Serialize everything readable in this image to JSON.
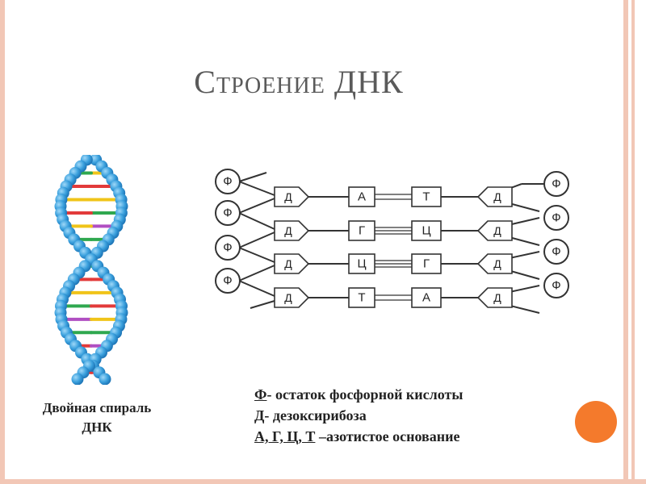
{
  "title": "Строение ДНК",
  "helix_caption": {
    "line1": "Двойная спираль",
    "line2": "ДНК"
  },
  "scheme": {
    "phosphate_label": "Ф",
    "sugar_label": "Д",
    "pairs": [
      {
        "left": "А",
        "right": "Т"
      },
      {
        "left": "Г",
        "right": "Ц"
      },
      {
        "left": "Ц",
        "right": "Г"
      },
      {
        "left": "Т",
        "right": "А"
      }
    ]
  },
  "legend": [
    {
      "term": "Ф",
      "text": "- остаток фосфорной кислоты"
    },
    {
      "term": "Д",
      "text": "- дезоксирибоза"
    },
    {
      "term": "А, Г, Ц, Т",
      "text": " –азотистое основание"
    }
  ],
  "colors": {
    "accent_dot": "#f47a2c",
    "frame": "#f2c7b6",
    "helix_backbone": "#3aa0dd"
  }
}
